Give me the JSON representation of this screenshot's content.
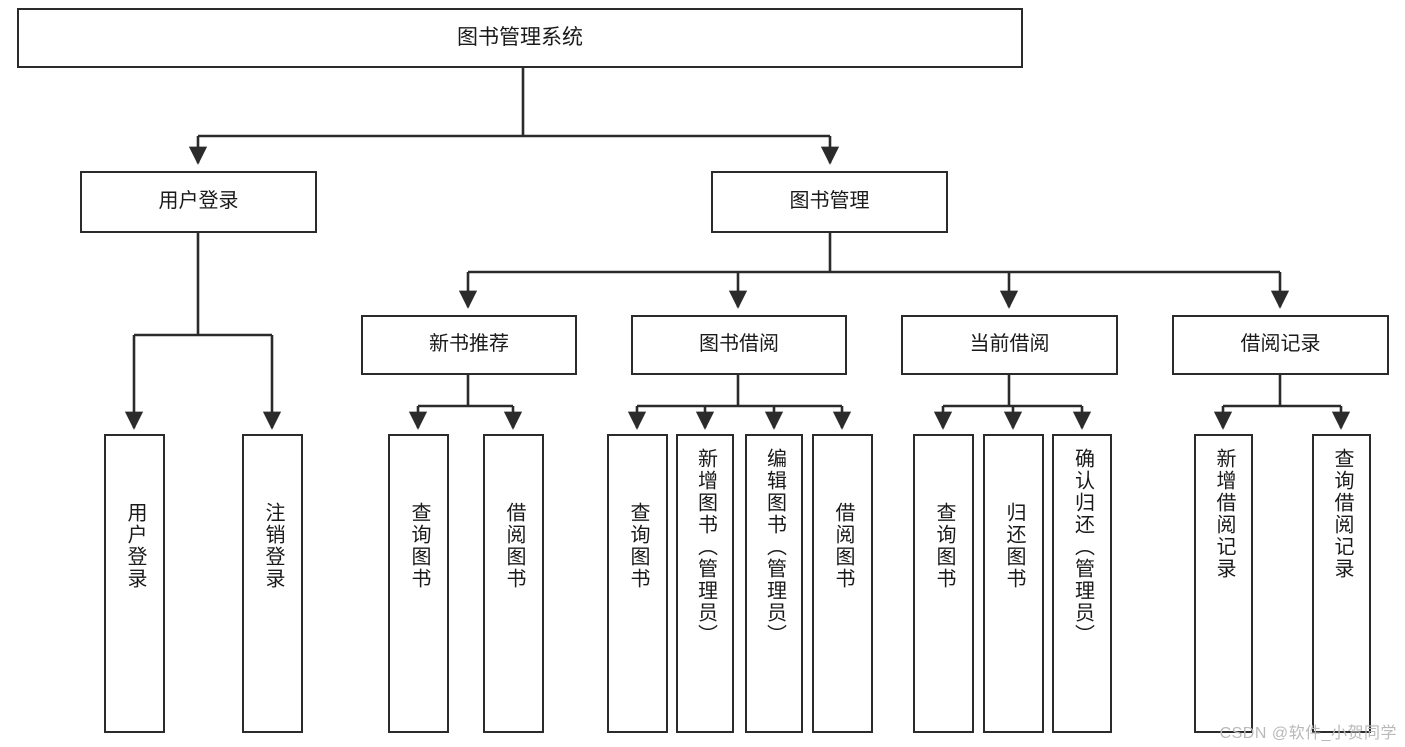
{
  "meta": {
    "title": "图书管理系统 功能结构图",
    "watermark": "CSDN @软件_小贺同学",
    "colors": {
      "stroke": "#2b2b2b",
      "fill": "#ffffff",
      "text": "#1a1a1a",
      "watermark": "#b9b9b9"
    }
  },
  "nodes": {
    "root": {
      "label": "图书管理系统"
    },
    "level2": [
      {
        "label": "用户登录"
      },
      {
        "label": "图书管理"
      }
    ],
    "level3": [
      {
        "label": "新书推荐"
      },
      {
        "label": "图书借阅"
      },
      {
        "label": "当前借阅"
      },
      {
        "label": "借阅记录"
      }
    ],
    "leaves": {
      "user_login": [
        {
          "label": "用户登录"
        },
        {
          "label": "注销登录"
        }
      ],
      "new_book": [
        {
          "label": "查询图书"
        },
        {
          "label": "借阅图书"
        }
      ],
      "book_borrow": [
        {
          "label": "查询图书"
        },
        {
          "label": "新增图书（管理员）"
        },
        {
          "label": "编辑图书（管理员）"
        },
        {
          "label": "借阅图书"
        }
      ],
      "current_borrow": [
        {
          "label": "查询图书"
        },
        {
          "label": "归还图书"
        },
        {
          "label": "确认归还（管理员）"
        }
      ],
      "borrow_record": [
        {
          "label": "新增借阅记录"
        },
        {
          "label": "查询借阅记录"
        }
      ]
    }
  },
  "tree": {
    "type": "tree-diagram",
    "orientation": "top-down",
    "root": "图书管理系统",
    "children": [
      {
        "label": "用户登录",
        "children": [
          {
            "label": "用户登录"
          },
          {
            "label": "注销登录"
          }
        ]
      },
      {
        "label": "图书管理",
        "children": [
          {
            "label": "新书推荐",
            "children": [
              {
                "label": "查询图书"
              },
              {
                "label": "借阅图书"
              }
            ]
          },
          {
            "label": "图书借阅",
            "children": [
              {
                "label": "查询图书"
              },
              {
                "label": "新增图书（管理员）"
              },
              {
                "label": "编辑图书（管理员）"
              },
              {
                "label": "借阅图书"
              }
            ]
          },
          {
            "label": "当前借阅",
            "children": [
              {
                "label": "查询图书"
              },
              {
                "label": "归还图书"
              },
              {
                "label": "确认归还（管理员）"
              }
            ]
          },
          {
            "label": "借阅记录",
            "children": [
              {
                "label": "新增借阅记录"
              },
              {
                "label": "查询借阅记录"
              }
            ]
          }
        ]
      }
    ]
  }
}
